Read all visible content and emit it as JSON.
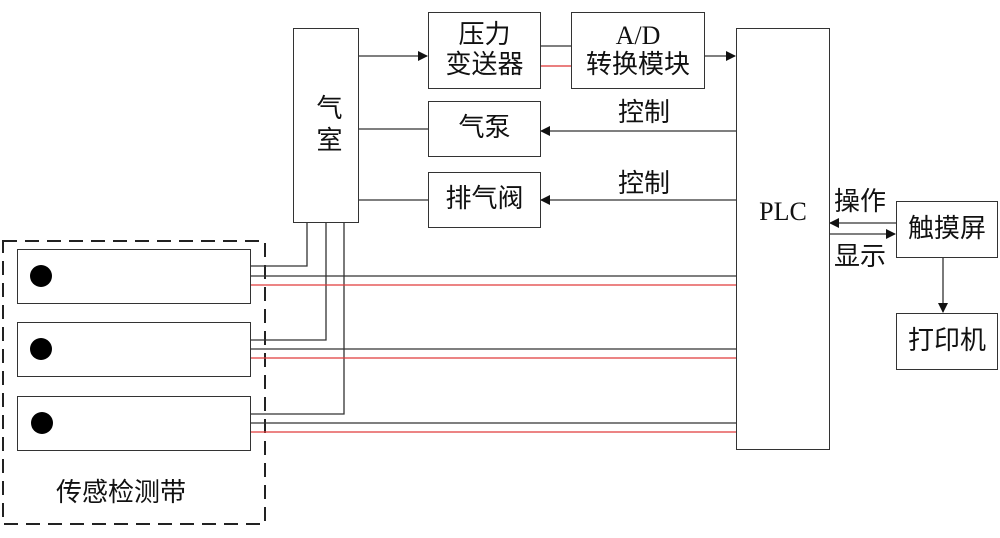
{
  "diagram": {
    "blocks": {
      "gas_chamber": "气室",
      "pressure_transmitter": [
        "压力",
        "变送器"
      ],
      "ad_module": [
        "A/D",
        "转换模块"
      ],
      "air_pump": "气泵",
      "exhaust_valve": "排气阀",
      "plc": "PLC",
      "touchscreen": "触摸屏",
      "printer": "打印机",
      "sensor_band": "传感检测带"
    },
    "edge_labels": {
      "pump_control": "控制",
      "valve_control": "控制",
      "operate": "操作",
      "display": "显示"
    },
    "sensor_strips": [
      {
        "id": 1
      },
      {
        "id": 2
      },
      {
        "id": 3
      }
    ],
    "colors": {
      "line": "#333333",
      "signal_line": "#e03a3a"
    }
  }
}
